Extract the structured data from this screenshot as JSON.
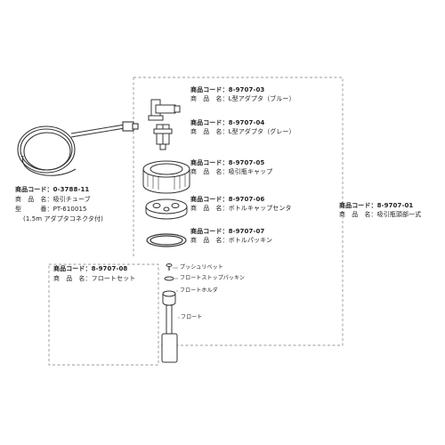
{
  "tube": {
    "code_label": "商品コード：0-3788-11",
    "name_label": "商　品　名：吸引チューブ",
    "model_label": "型　　　番：PT-610015",
    "note_label": "(1.5m アダプタコネクタ付)"
  },
  "parts": [
    {
      "code_label": "商品コード：8-9707-03",
      "name_label": "商　品　名：L型アダプタ（ブルー）"
    },
    {
      "code_label": "商品コード：8-9707-04",
      "name_label": "商　品　名：L型アダプタ（グレー）"
    },
    {
      "code_label": "商品コード：8-9707-05",
      "name_label": "商　品　名：吸引瓶キャップ"
    },
    {
      "code_label": "商品コード：8-9707-06",
      "name_label": "商　品　名：ボトルキャップセンタ"
    },
    {
      "code_label": "商品コード：8-9707-07",
      "name_label": "商　品　名：ボトルパッキン"
    }
  ],
  "float_set": {
    "code_label": "商品コード：8-9707-08",
    "name_label": "商　品　名：フロートセット",
    "sub_labels": [
      "プッシュリベット",
      "フロートストップパッキン",
      "フロートホルダ",
      "フロート"
    ]
  },
  "full_set": {
    "code_label": "商品コード：8-9707-01",
    "name_label": "商　品　名：吸引瓶頭部一式"
  }
}
